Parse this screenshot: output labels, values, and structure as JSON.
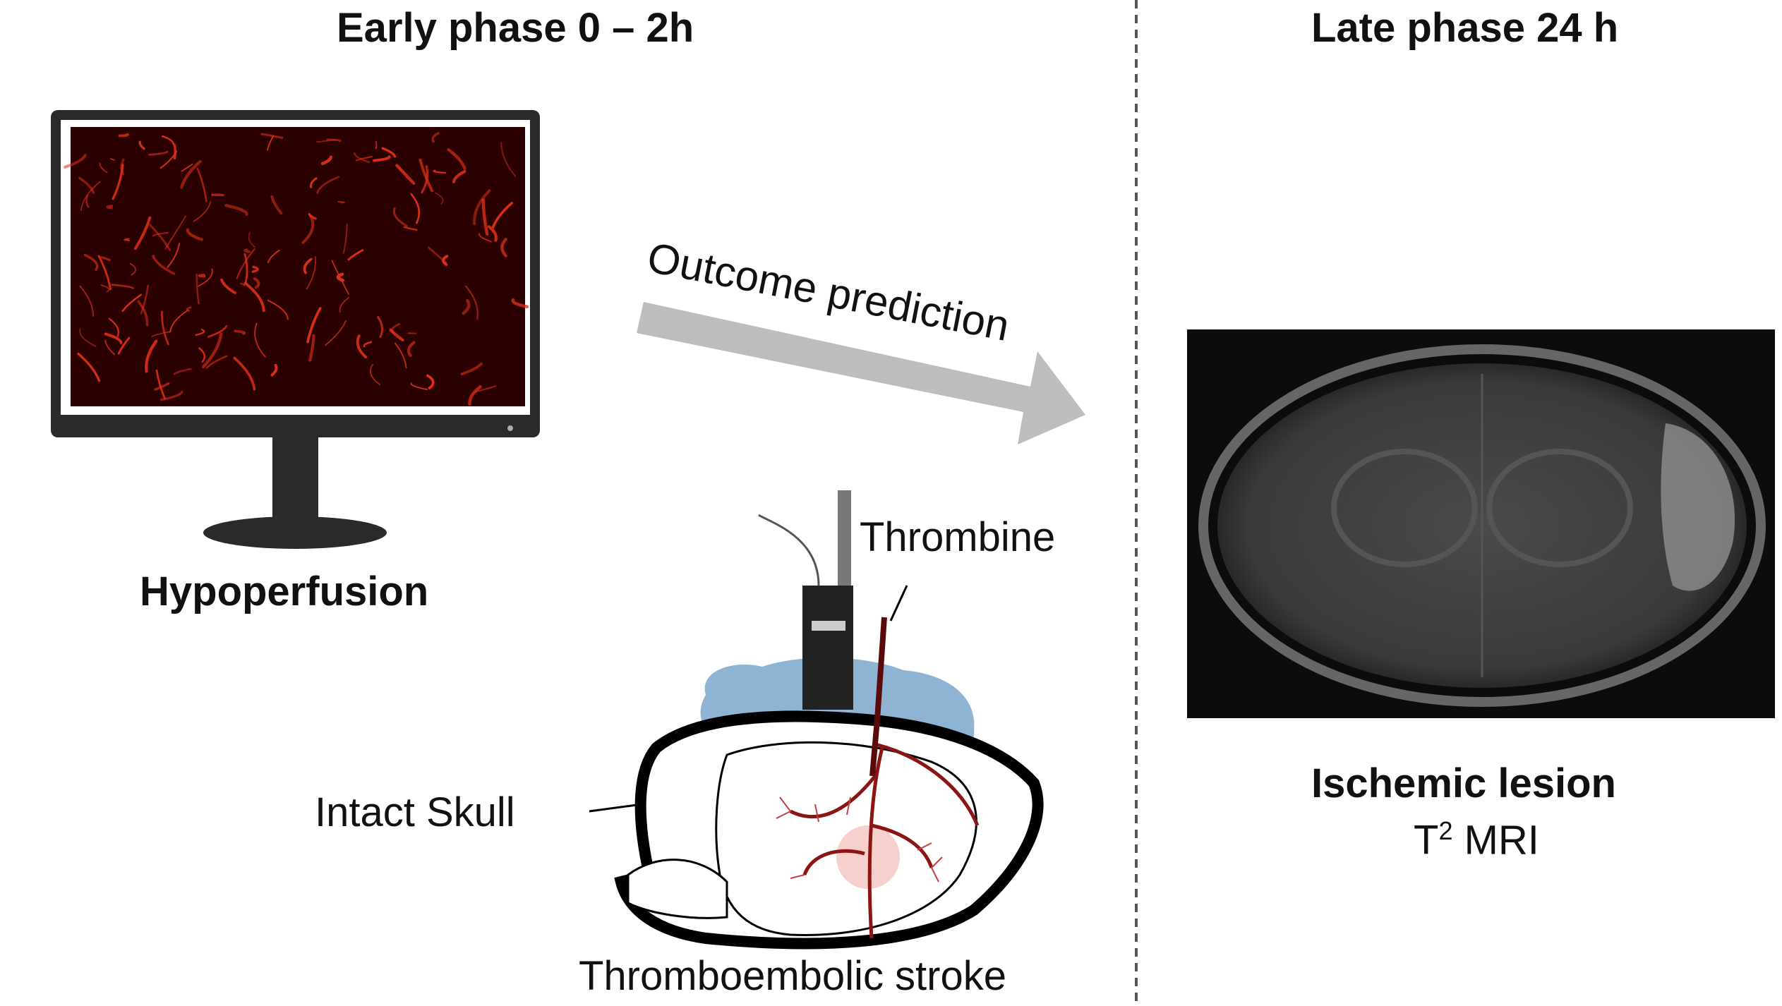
{
  "headers": {
    "early": "Early phase 0 – 2h",
    "late": "Late phase 24 h"
  },
  "left": {
    "monitor_label": "Hypoperfusion",
    "arrow_label": "Outcome prediction"
  },
  "surgery": {
    "thrombine": "Thrombine",
    "skull": "Intact Skull",
    "stroke": "Thromboembolic stroke"
  },
  "right": {
    "lesion_title": "Ischemic lesion",
    "mri_t": "T",
    "mri_sup": "2",
    "mri_rest": " MRI"
  },
  "colors": {
    "vessel": "#d42a10",
    "arrow": "#bdbdbd",
    "blob": "#8fb4d3",
    "artery": "#8b1414"
  }
}
